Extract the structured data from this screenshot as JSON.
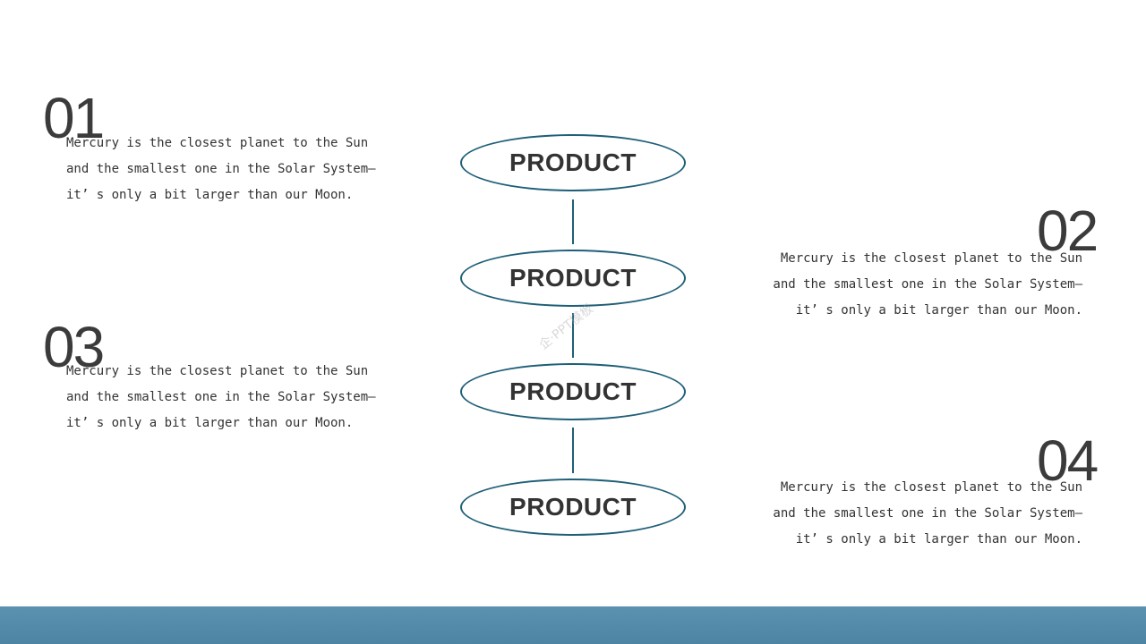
{
  "items": [
    {
      "number": "01",
      "lines": [
        "Mercury is the closest planet to the Sun",
        "and the smallest one in the Solar System—",
        "it’ s only a bit larger than our Moon."
      ]
    },
    {
      "number": "02",
      "lines": [
        "Mercury is the closest planet to the Sun",
        "and the smallest one in the Solar System—",
        "it’ s only a bit larger than our Moon."
      ]
    },
    {
      "number": "03",
      "lines": [
        "Mercury is the closest planet to the Sun",
        "and the smallest one in the Solar System—",
        "it’ s only a bit larger than our Moon."
      ]
    },
    {
      "number": "04",
      "lines": [
        "Mercury is the closest planet to the Sun",
        "and the smallest one in the Solar System—",
        "it’ s only a bit larger than our Moon."
      ]
    }
  ],
  "nodes": [
    {
      "label": "PRODUCT"
    },
    {
      "label": "PRODUCT"
    },
    {
      "label": "PRODUCT"
    },
    {
      "label": "PRODUCT"
    }
  ],
  "watermark": "企·PPT模板",
  "colors": {
    "accent": "#1f5f78",
    "footer": "#5a92b0",
    "number": "#3b3b3b",
    "text": "#333333"
  }
}
